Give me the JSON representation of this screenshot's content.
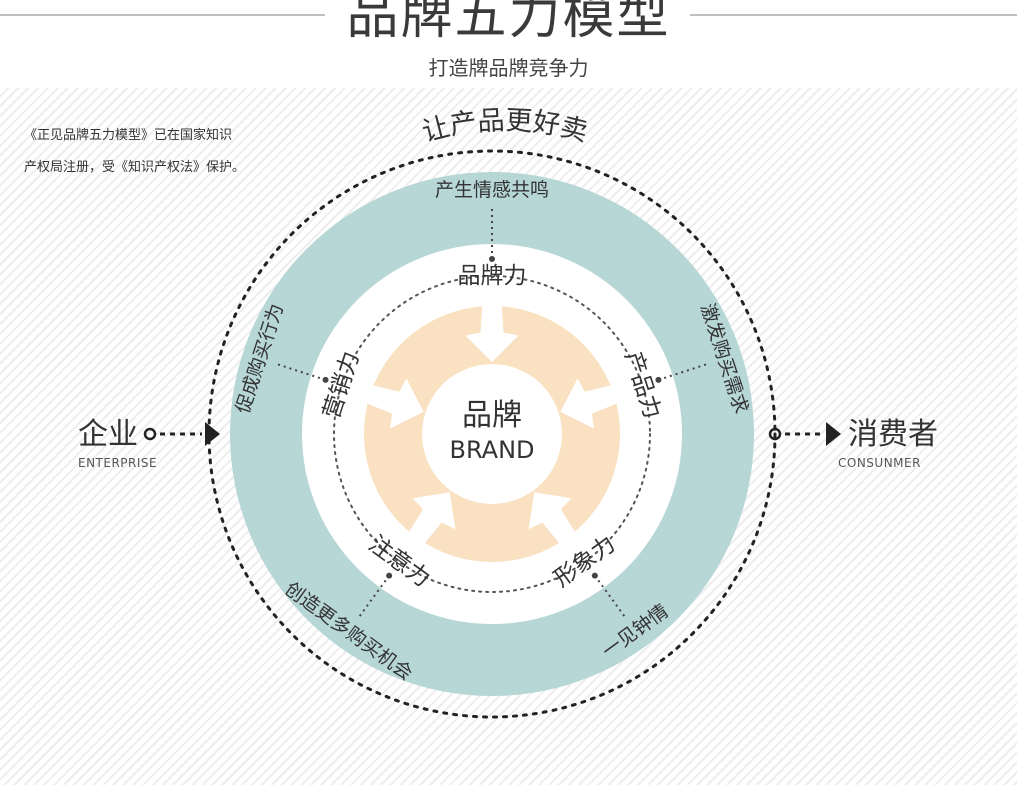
{
  "header": {
    "title": "品牌五力模型",
    "subtitle": "打造牌品牌竞争力"
  },
  "note": {
    "line1": "《正见品牌五力模型》已在国家知识",
    "line2": "产权局注册，受《知识产权法》保护。"
  },
  "outer_label": "让产品更好卖",
  "center": {
    "line1": "品牌",
    "line2": "BRAND"
  },
  "forces": [
    {
      "name": "品牌力",
      "effect": "产生情感共鸣"
    },
    {
      "name": "产品力",
      "effect": "激发购买需求"
    },
    {
      "name": "形象力",
      "effect": "一见钟情"
    },
    {
      "name": "注意力",
      "effect": "创造更多购买机会"
    },
    {
      "name": "营销力",
      "effect": "促成购买行为"
    }
  ],
  "left_side": {
    "label": "企业",
    "sublabel": "ENTERPRISE"
  },
  "right_side": {
    "label": "消费者",
    "sublabel": "CONSUNMER"
  },
  "colors": {
    "teal_ring": "#b7d6d6",
    "peach_ring": "#f9e1c2",
    "white": "#ffffff",
    "dots": "#333333"
  }
}
